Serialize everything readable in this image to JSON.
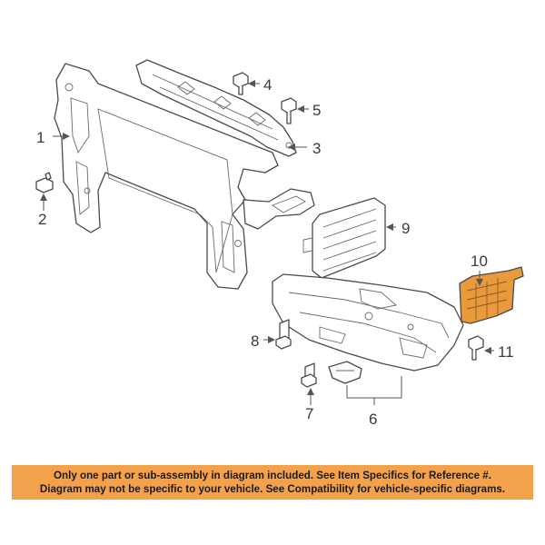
{
  "callouts": {
    "c1": "1",
    "c2": "2",
    "c3": "3",
    "c4": "4",
    "c5": "5",
    "c6": "6",
    "c7": "7",
    "c8": "8",
    "c9": "9",
    "c10": "10",
    "c11": "11"
  },
  "notice": {
    "line1": "Only one part or sub-assembly in diagram included. See Item Specifics for Reference #.",
    "line2": "Diagram may not be specific to your vehicle. See Compatibility for vehicle-specific diagrams."
  },
  "colors": {
    "highlight_part": "#e89a3c",
    "banner": "#f3a24b"
  }
}
